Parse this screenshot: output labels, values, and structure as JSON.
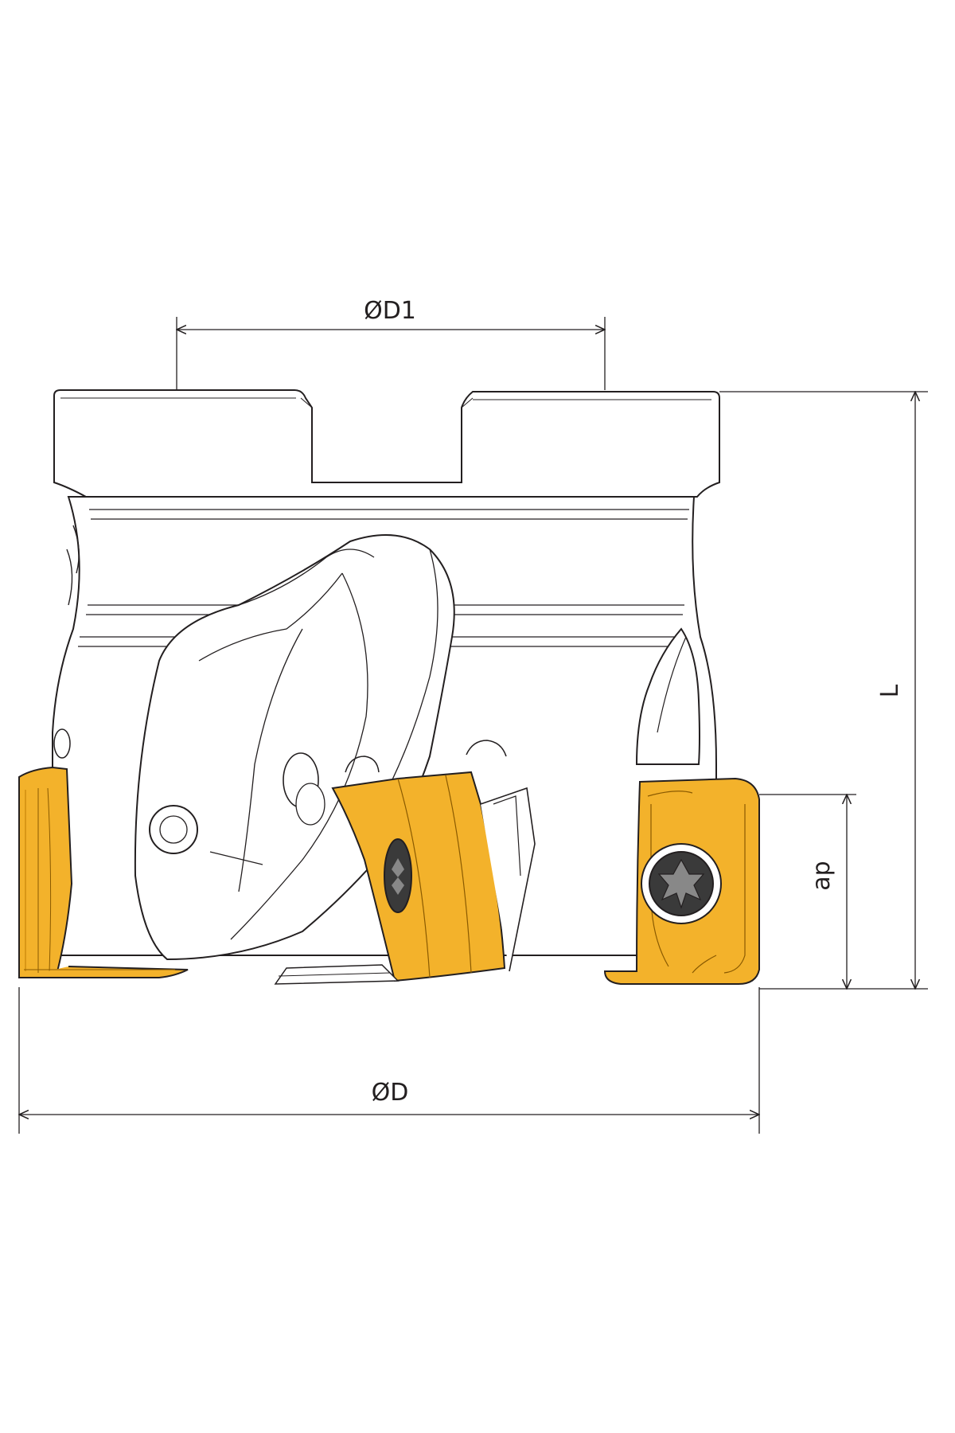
{
  "dimensions": {
    "d1_label": "ØD1",
    "d_label": "ØD",
    "l_label": "L",
    "ap_label": "ap"
  },
  "colors": {
    "outline": "#231f20",
    "insert_fill": "#f3b22b",
    "insert_shade": "#d99716",
    "body_fill": "#ffffff",
    "screw_fill": "#3a3a3a",
    "screw_socket": "#888888"
  }
}
